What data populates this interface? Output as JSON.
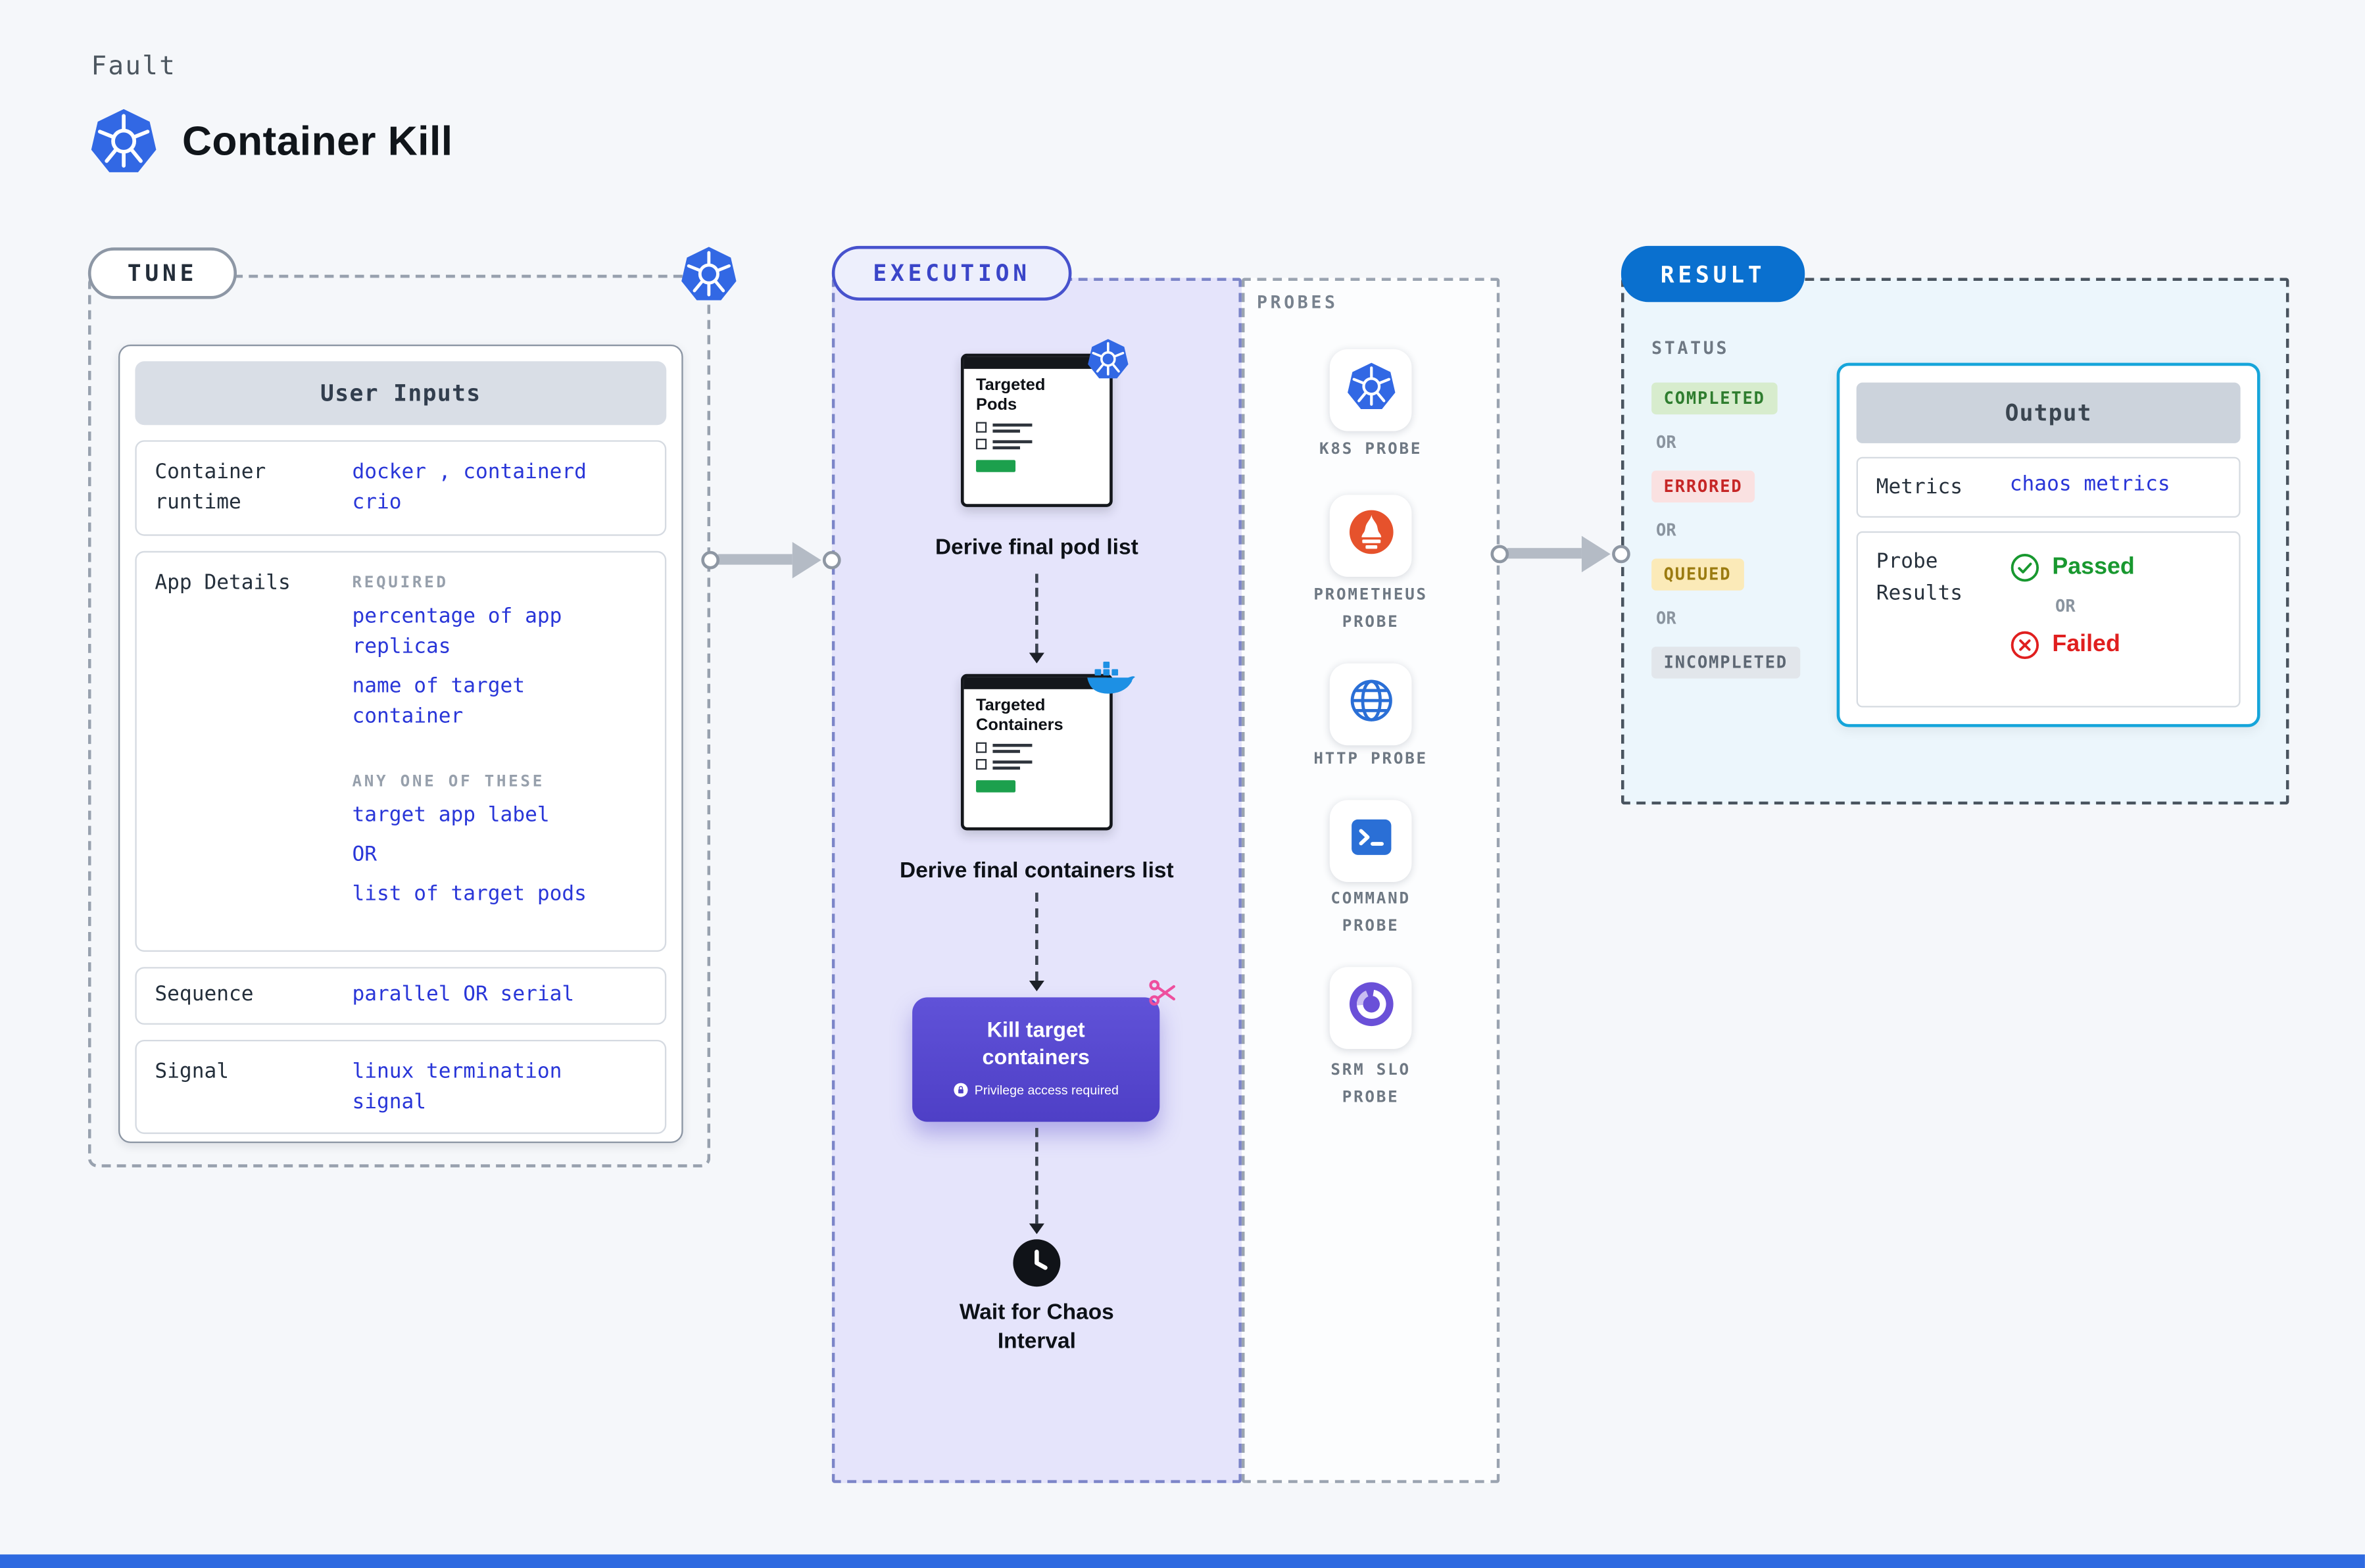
{
  "header": {
    "eyebrow": "Fault",
    "title": "Container Kill"
  },
  "tune": {
    "pill": "TUNE",
    "card_title": "User Inputs",
    "runtime_label": "Container runtime",
    "runtime_value": "docker , containerd crio",
    "app_label": "App Details",
    "required_label": "REQUIRED",
    "required_item_1": "percentage of app replicas",
    "required_item_2": "name of target container",
    "any_label": "ANY ONE OF THESE",
    "any_item_1": "target app label",
    "any_or": "OR",
    "any_item_2": "list of target pods",
    "sequence_label": "Sequence",
    "sequence_value": "parallel OR serial",
    "signal_label": "Signal",
    "signal_value": "linux termination signal"
  },
  "execution": {
    "pill": "EXECUTION",
    "pods_window_title": "Targeted Pods",
    "pods_caption": "Derive final pod list",
    "containers_window_title": "Targeted Containers",
    "containers_caption": "Derive final containers list",
    "kill_title": "Kill target containers",
    "kill_note": "Privilege access required",
    "wait_caption": "Wait for Chaos Interval"
  },
  "probes": {
    "title": "PROBES",
    "items": [
      {
        "label": "K8S PROBE",
        "icon": "kubernetes-icon"
      },
      {
        "label": "PROMETHEUS PROBE",
        "icon": "prometheus-icon"
      },
      {
        "label": "HTTP PROBE",
        "icon": "globe-icon"
      },
      {
        "label": "COMMAND PROBE",
        "icon": "terminal-icon"
      },
      {
        "label": "SRM SLO PROBE",
        "icon": "slo-donut-icon"
      }
    ]
  },
  "result": {
    "pill": "RESULT",
    "status_label": "STATUS",
    "or_label": "OR",
    "badges": [
      {
        "text": "COMPLETED"
      },
      {
        "text": "ERRORED"
      },
      {
        "text": "QUEUED"
      },
      {
        "text": "INCOMPLETED"
      }
    ],
    "output": {
      "title": "Output",
      "metrics_label": "Metrics",
      "metrics_value": "chaos metrics",
      "probe_results_label": "Probe Results",
      "passed_label": "Passed",
      "or_label": "OR",
      "failed_label": "Failed"
    }
  },
  "colors": {
    "page_bg": "#f5f7fa",
    "value_blue": "#2936d8",
    "execution_fill": "#e5e4fb",
    "result_fill": "#ecf6fc",
    "kill_button_purple": "#5345cc",
    "result_pill_blue": "#0a70cf",
    "output_border_cyan": "#16a5da",
    "completed_bg": "#d7eccd",
    "completed_text": "#2f7d2f",
    "errored_bg": "#fae1e1",
    "errored_text": "#c62626",
    "queued_bg": "#fbeab8",
    "queued_text": "#9b7b10",
    "incompleted_bg": "#e2e6eb",
    "incompleted_text": "#5d6773",
    "passed_green": "#18982f",
    "failed_red": "#e01f1f",
    "progress_green": "#1ca04d",
    "chaos_pink": "#ee4f9e",
    "footer_bar_blue": "#2e6ae0"
  }
}
